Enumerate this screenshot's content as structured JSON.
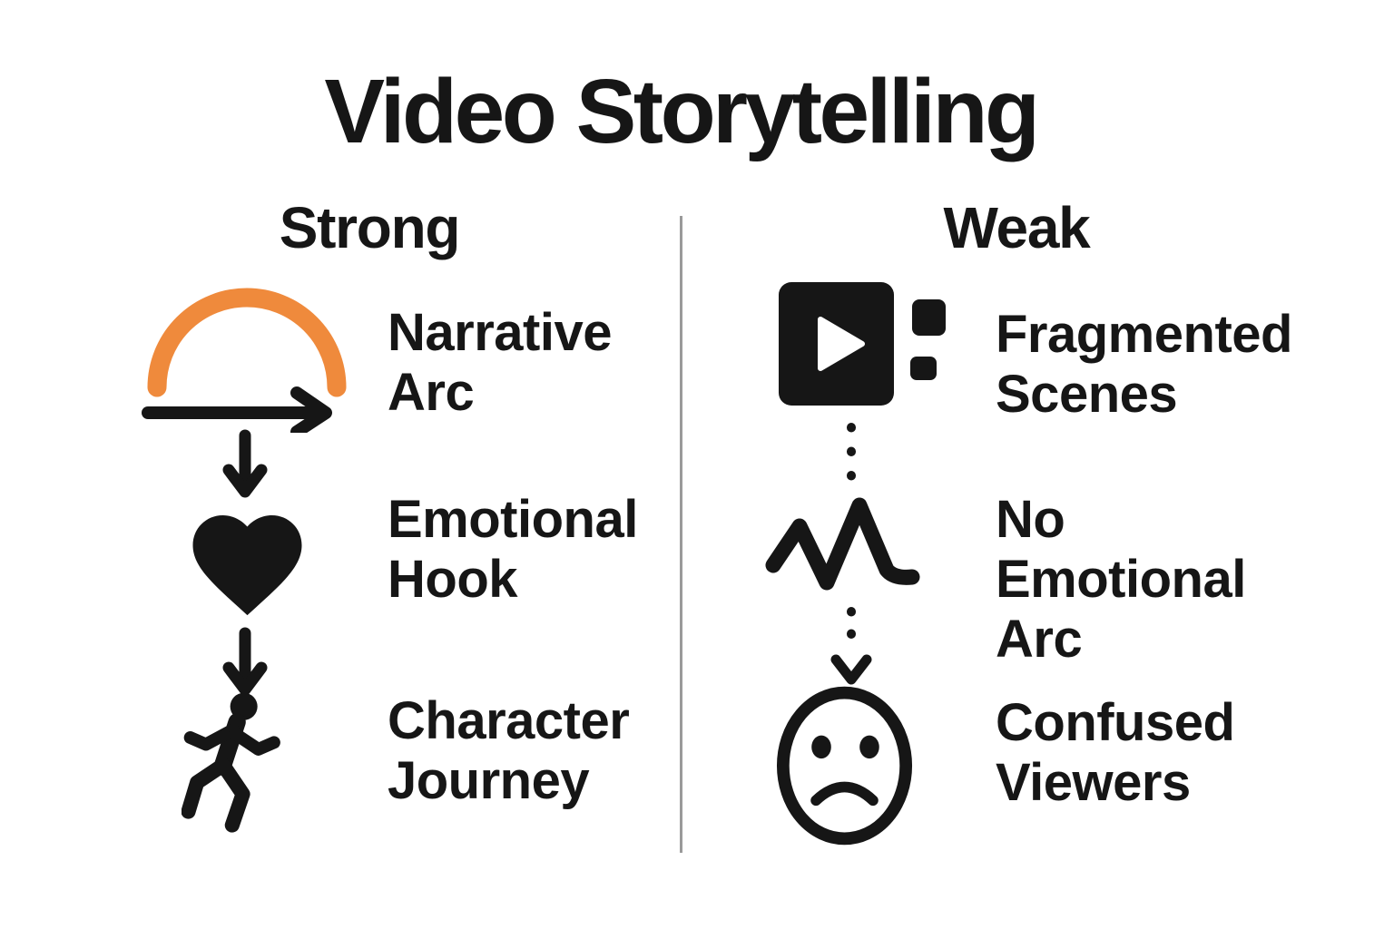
{
  "title": "Video Storytelling",
  "colors": {
    "ink": "#161616",
    "accent_orange": "#EF8A3C",
    "divider_gray": "#9A9A9A",
    "background": "#FFFFFF"
  },
  "columns": {
    "strong": {
      "header": "Strong",
      "connector": "solid-down-arrow",
      "items": [
        {
          "icon": "narrative-arc-icon",
          "label": "Narrative\nArc"
        },
        {
          "icon": "heart-icon",
          "label": "Emotional\nHook"
        },
        {
          "icon": "running-person-icon",
          "label": "Character\nJourney"
        }
      ]
    },
    "weak": {
      "header": "Weak",
      "connector": "dotted-down-arrow",
      "items": [
        {
          "icon": "video-player-fragments-icon",
          "label": "Fragmented\nScenes"
        },
        {
          "icon": "zigzag-line-icon",
          "label": "No\nEmotional\nArc"
        },
        {
          "icon": "sad-face-icon",
          "label": "Confused\nViewers"
        }
      ]
    }
  }
}
